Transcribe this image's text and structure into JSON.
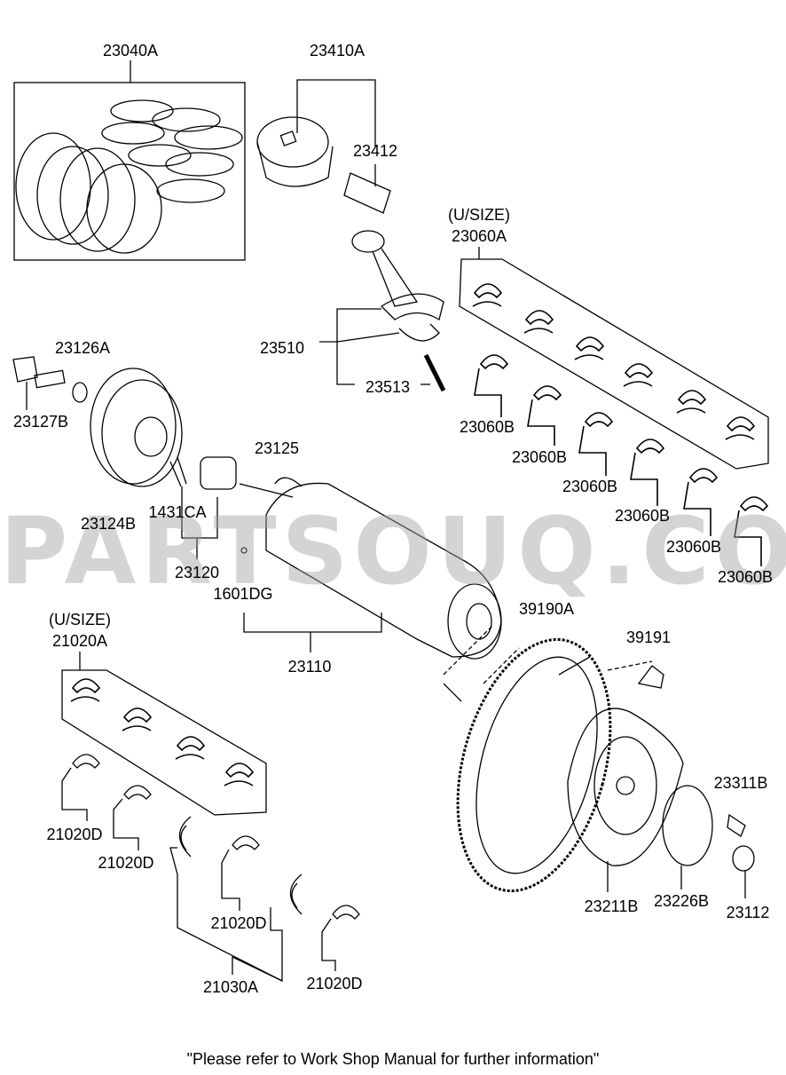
{
  "watermark": "PARTSOUQ.COM",
  "footer": "\"Please refer to Work Shop Manual for further information\"",
  "labels": {
    "l23040A": "23040A",
    "l23410A": "23410A",
    "l23412": "23412",
    "usize1": "(U/SIZE)",
    "l23060A": "23060A",
    "l23126A": "23126A",
    "l23510": "23510",
    "l23513": "23513",
    "l23127B": "23127B",
    "l23060B": "23060B",
    "l23125": "23125",
    "l1431CA": "1431CA",
    "l23124B": "23124B",
    "l23120": "23120",
    "l1601DG": "1601DG",
    "l39190A": "39190A",
    "usize2": "(U/SIZE)",
    "l21020A": "21020A",
    "l39191": "39191",
    "l23110": "23110",
    "l23311B": "23311B",
    "l21020D": "21020D",
    "l23211B": "23211B",
    "l23226B": "23226B",
    "l23112": "23112",
    "l21030A": "21030A"
  }
}
